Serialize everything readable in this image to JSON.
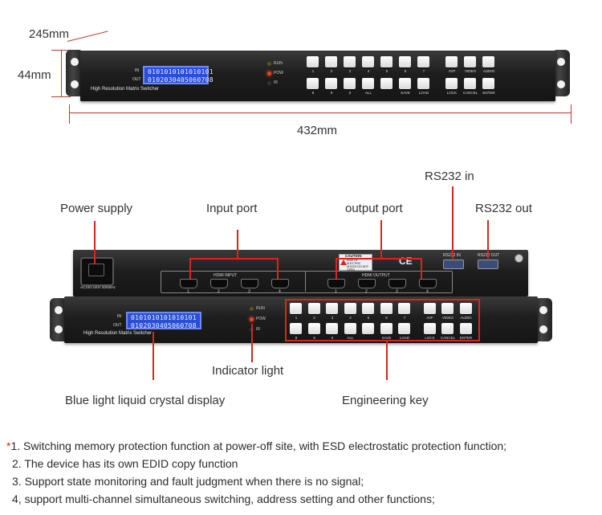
{
  "dimensions": {
    "depth": "245mm",
    "height": "44mm",
    "width": "432mm"
  },
  "device": {
    "model_label": "High Resolution Matrix Switcher",
    "lcd_rows": [
      {
        "label": "IN",
        "value": "0101010101010101"
      },
      {
        "label": "OUT",
        "value": "0102030405060708"
      }
    ],
    "leds": [
      "RUN",
      "POW",
      "IR"
    ],
    "top_keys": [
      "1",
      "2",
      "3",
      "4",
      "5",
      "6",
      "7",
      "AVF",
      "VIDEO",
      "AUDIO"
    ],
    "bottom_keys": [
      "8",
      "9",
      "0",
      "ALL",
      "",
      "SAVE",
      "LOAD",
      "LOCK",
      "CANCEL",
      "ENTER"
    ]
  },
  "rear_panel": {
    "power_label": "AC100-240V 50/60Hz",
    "hdmi_input_label": "HDMI INPUT",
    "hdmi_output_label": "HDMI OUTPUT",
    "input_ports": [
      "1",
      "2",
      "3",
      "4"
    ],
    "output_ports": [
      "1",
      "2",
      "3",
      "4"
    ],
    "caution_title": "CAUTION",
    "caution_text": "RISK OF ELECTRIC SHOCK DO NOT OPEN",
    "ce_mark": "CE",
    "rs232_in_label": "RS232 IN",
    "rs232_out_label": "RS232 OUT"
  },
  "callouts": {
    "power_supply": "Power supply",
    "input_port": "Input port",
    "output_port": "output port",
    "rs232_in": "RS232 in",
    "rs232_out": "RS232 out",
    "indicator_light": "Indicator light",
    "lcd_display": "Blue light liquid crystal display",
    "engineering_key": "Engineering key"
  },
  "notes": {
    "marker": "*",
    "items": [
      "1. Switching memory protection function at power-off site, with ESD electrostatic protection function;",
      "2. The device has its own EDID copy function",
      "3. Support state monitoring and fault judgment when there is no signal;",
      "4, support multi-channel simultaneous switching, address setting and other functions;"
    ]
  },
  "colors": {
    "callout_line": "#d9261c",
    "lcd_blue": "#2a4fd6",
    "led_red": "#ff3b1f"
  }
}
